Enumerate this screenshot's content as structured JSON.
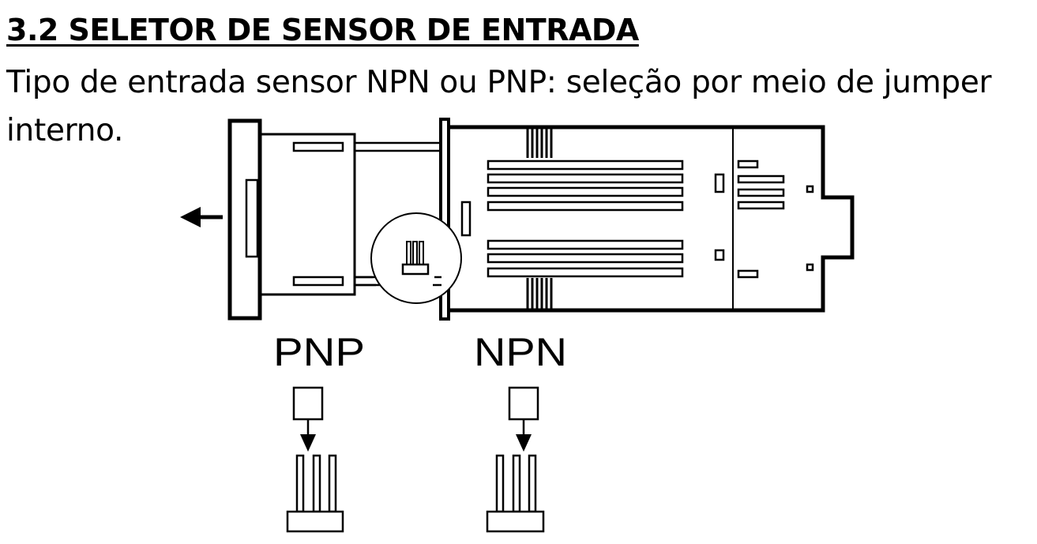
{
  "section": {
    "heading": "3.2 SELETOR DE SENSOR DE ENTRADA",
    "description": "Tipo de entrada sensor NPN ou PNP: seleção por meio de jumper interno."
  },
  "figure": {
    "device_icon": "controller-side-view",
    "removal_arrow_icon": "arrow-left-icon",
    "jumpers": [
      {
        "label": "PNP",
        "icon": "jumper-cap-left-pins-icon"
      },
      {
        "label": "NPN",
        "icon": "jumper-cap-right-pins-icon"
      }
    ]
  }
}
